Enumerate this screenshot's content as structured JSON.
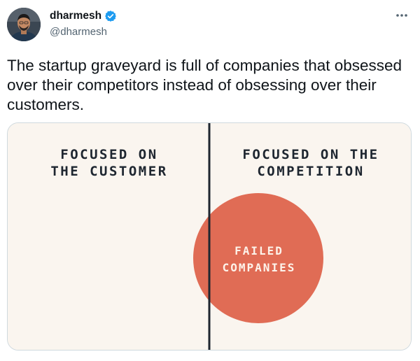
{
  "author": {
    "name": "dharmesh",
    "handle": "@dharmesh",
    "verified": true,
    "avatar_icon": "profile-photo"
  },
  "tweet": {
    "text": "The startup graveyard is full of companies that obsessed over their competitors instead of obsessing over their customers."
  },
  "media": {
    "left_label_line1": "FOCUSED ON",
    "left_label_line2": "THE CUSTOMER",
    "right_label_line1": "FOCUSED ON THE",
    "right_label_line2": "COMPETITION",
    "circle_label_line1": "FAILED",
    "circle_label_line2": "COMPANIES"
  },
  "colors": {
    "verified_badge": "#1d9bf0",
    "card_background": "#faf5ef",
    "circle_fill": "#e06c55",
    "divider": "#1e2630",
    "label_text": "#1e2630",
    "circle_text": "#fdf3ea"
  },
  "icons": {
    "more": "more-horizontal-icon",
    "verified": "verified-badge-icon"
  }
}
